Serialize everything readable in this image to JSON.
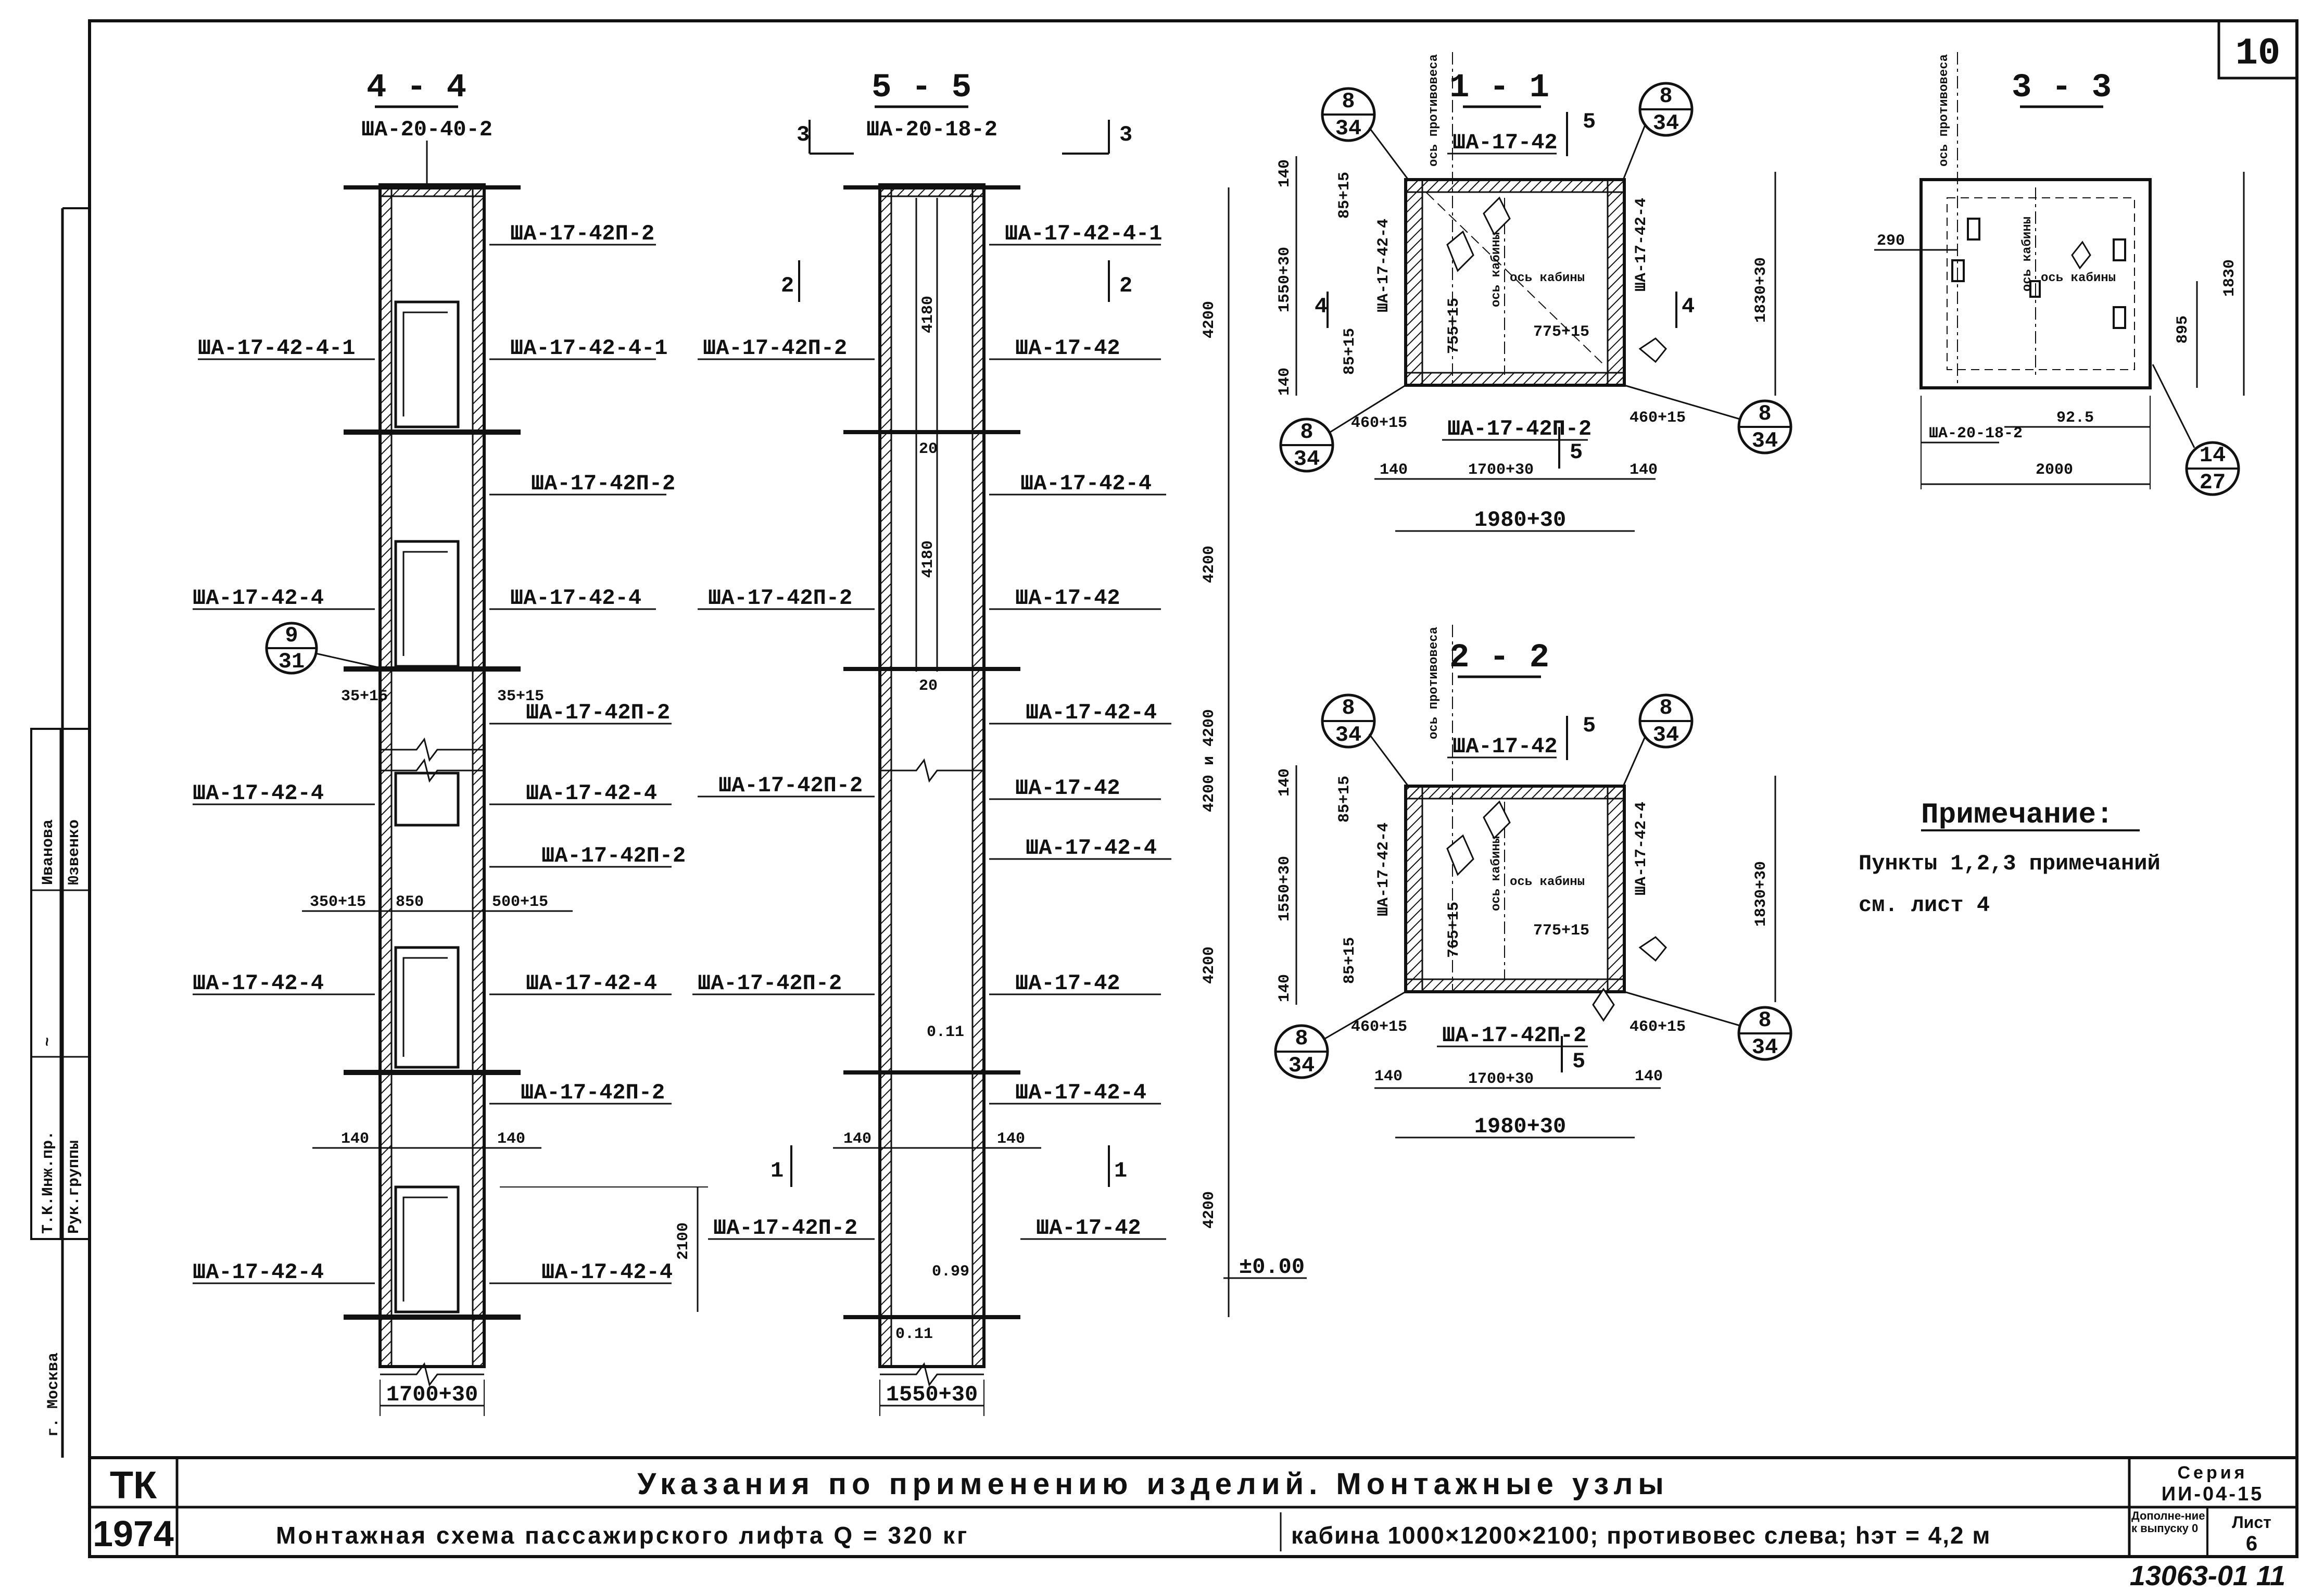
{
  "sheet": {
    "sheet_no": "10",
    "bottom_code": "13063-01 11"
  },
  "title_block": {
    "org": "ТК",
    "year": "1974",
    "title_line1": "Указания по применению изделий. Монтажные узлы",
    "title_line2_a": "Монтажная схема пассажирского лифта  Q = 320 кг",
    "title_line2_b": "кабина 1000×1200×2100; противовес слева; hэт = 4,2 м",
    "series_label": "Серия",
    "series_value": "ИИ-04-15",
    "addition_label": "Дополне-ние к выпуску 0",
    "sheet_label": "Лист",
    "sheet_value": "6"
  },
  "left_strip": {
    "city": "г. Москва",
    "role1": "Т.К.Инж.пр.",
    "role2": "Рук.группы",
    "name1": "Иванова",
    "name2": "Юзвенко"
  },
  "note": {
    "heading": "Примечание:",
    "line1": "Пункты 1,2,3  примечаний",
    "line2": "см. лист 4"
  },
  "sections": {
    "s44": {
      "title": "4 - 4",
      "top": "ША-20-40-2",
      "width_dim": "1700+30",
      "left_labels": [
        "ША-17-42-4-1",
        "ША-17-42-4",
        "ША-17-42-4",
        "ША-17-42-4",
        "ША-17-42-4"
      ],
      "right_labels": [
        "ША-17-42П-2",
        "ША-17-42-4-1",
        "ША-17-42П-2",
        "ША-17-42-4",
        "ША-17-42П-2",
        "ША-17-42-4",
        "ША-17-42П-2",
        "ША-17-42-4",
        "ША-17-42П-2",
        "ША-17-42-4"
      ],
      "dims": [
        "35+15",
        "35+15",
        "350+15",
        "850",
        "500+15",
        "140",
        "140",
        "2100"
      ],
      "callout": {
        "top": "9",
        "bottom": "31"
      }
    },
    "s55": {
      "title": "5 - 5",
      "top": "ША-20-18-2",
      "width_dim": "1550+30",
      "left_labels": [
        "ША-17-42П-2",
        "ША-17-42П-2",
        "ША-17-42П-2",
        "ША-17-42П-2",
        "ША-17-42П-2"
      ],
      "right_labels": [
        "ША-17-42-4-1",
        "ША-17-42",
        "ША-17-42-4",
        "ША-17-42",
        "ША-17-42-4",
        "ША-17-42",
        "ША-17-42-4",
        "ША-17-42",
        "ША-17-42-4",
        "ША-17-42"
      ],
      "levels": [
        "4200",
        "4200",
        "4200 и 4200",
        "4200",
        "4200"
      ],
      "inner_dims": [
        "4180",
        "4180",
        "20",
        "20",
        "0.11",
        "140",
        "140",
        "0.99",
        "0.11"
      ],
      "marks": [
        "3",
        "3",
        "2",
        "2",
        "1",
        "1"
      ],
      "zero": "±0.00"
    },
    "s11": {
      "title": "1 - 1",
      "axis_cw": "ось противовеса",
      "axis_cab": "ось кабины",
      "top": "ША-17-42",
      "bottom": "ША-17-42П-2",
      "left": "ША-17-42-4",
      "right": "ША-17-42-4",
      "dims": [
        "140",
        "1550+30",
        "140",
        "85+15",
        "85+15",
        "755+15",
        "775+15",
        "1830+30",
        "460+15",
        "460+15",
        "140",
        "1700+30",
        "140",
        "1980+30",
        "5",
        "5",
        "4",
        "4"
      ],
      "callouts": [
        {
          "top": "8",
          "bottom": "34"
        },
        {
          "top": "8",
          "bottom": "34"
        },
        {
          "top": "8",
          "bottom": "34"
        },
        {
          "top": "8",
          "bottom": "34"
        }
      ]
    },
    "s22": {
      "title": "2 - 2",
      "axis_cw": "ось противовеса",
      "axis_cab": "ось кабины",
      "top": "ША-17-42",
      "bottom": "ША-17-42П-2",
      "left": "ША-17-42-4",
      "right": "ША-17-42-4",
      "dims": [
        "140",
        "1550+30",
        "140",
        "85+15",
        "85+15",
        "765+15",
        "775+15",
        "1830+30",
        "460+15",
        "460+15",
        "140",
        "1700+30",
        "140",
        "1980+30",
        "5",
        "5"
      ],
      "callouts": [
        {
          "top": "8",
          "bottom": "34"
        },
        {
          "top": "8",
          "bottom": "34"
        },
        {
          "top": "8",
          "bottom": "34"
        },
        {
          "top": "8",
          "bottom": "34"
        }
      ]
    },
    "s33": {
      "title": "3 - 3",
      "axis_cw": "ось противовеса",
      "axis_cab": "ось кабины",
      "dims": [
        "290",
        "1830",
        "895",
        "92.5",
        "2000"
      ],
      "bottom": "ША-20-18-2",
      "callout": {
        "top": "14",
        "bottom": "27"
      }
    }
  }
}
